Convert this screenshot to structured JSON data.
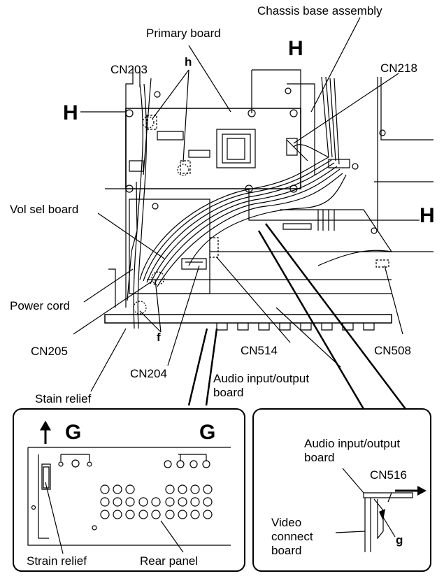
{
  "labels": {
    "chassis_base_assembly": "Chassis base assembly",
    "primary_board": "Primary board",
    "cn203": "CN203",
    "cn218": "CN218",
    "vol_sel_board": "Vol sel board",
    "power_cord": "Power cord",
    "cn205": "CN205",
    "cn204": "CN204",
    "cn514": "CN514",
    "cn508": "CN508",
    "stain_relief": "Stain relief",
    "audio_io_board_main_line1": "Audio input/output",
    "audio_io_board_main_line2": "board",
    "h_lower": "h",
    "f_lower": "f",
    "H": "H"
  },
  "inset_left": {
    "g_label": "G",
    "strain_relief": "Strain relief",
    "rear_panel": "Rear panel"
  },
  "inset_right": {
    "audio_io_line1": "Audio input/output",
    "audio_io_line2": "board",
    "cn516": "CN516",
    "video_line1": "Video",
    "video_line2": "connect",
    "video_line3": "board",
    "g_lower": "g"
  }
}
